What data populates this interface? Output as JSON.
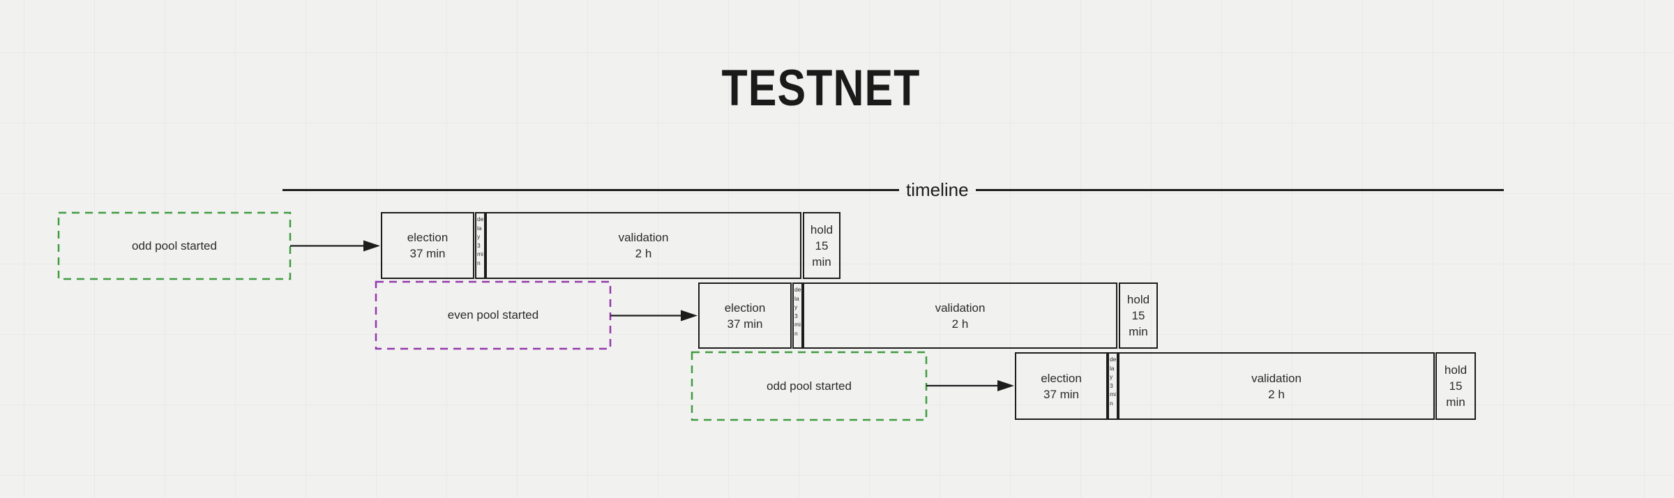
{
  "title": "TESTNET",
  "timeline": {
    "label": "timeline"
  },
  "colors": {
    "odd_pool": "#3f9b3f",
    "even_pool": "#9438aa",
    "line": "#1c1c1c"
  },
  "rows": [
    {
      "trigger": {
        "label": "odd pool started",
        "color": "#3f9b3f"
      },
      "phases": {
        "election": {
          "name": "election",
          "duration": "37 min"
        },
        "delay": {
          "name": "delay 3 min"
        },
        "validation": {
          "name": "validation",
          "duration": "2 h"
        },
        "hold": {
          "name": "hold",
          "duration": "15 min"
        }
      }
    },
    {
      "trigger": {
        "label": "even pool started",
        "color": "#9438aa"
      },
      "phases": {
        "election": {
          "name": "election",
          "duration": "37 min"
        },
        "delay": {
          "name": "delay 3 min"
        },
        "validation": {
          "name": "validation",
          "duration": "2 h"
        },
        "hold": {
          "name": "hold",
          "duration": "15 min"
        }
      }
    },
    {
      "trigger": {
        "label": "odd pool started",
        "color": "#3f9b3f"
      },
      "phases": {
        "election": {
          "name": "election",
          "duration": "37 min"
        },
        "delay": {
          "name": "delay 3 min"
        },
        "validation": {
          "name": "validation",
          "duration": "2 h"
        },
        "hold": {
          "name": "hold",
          "duration": "15 min"
        }
      }
    }
  ]
}
